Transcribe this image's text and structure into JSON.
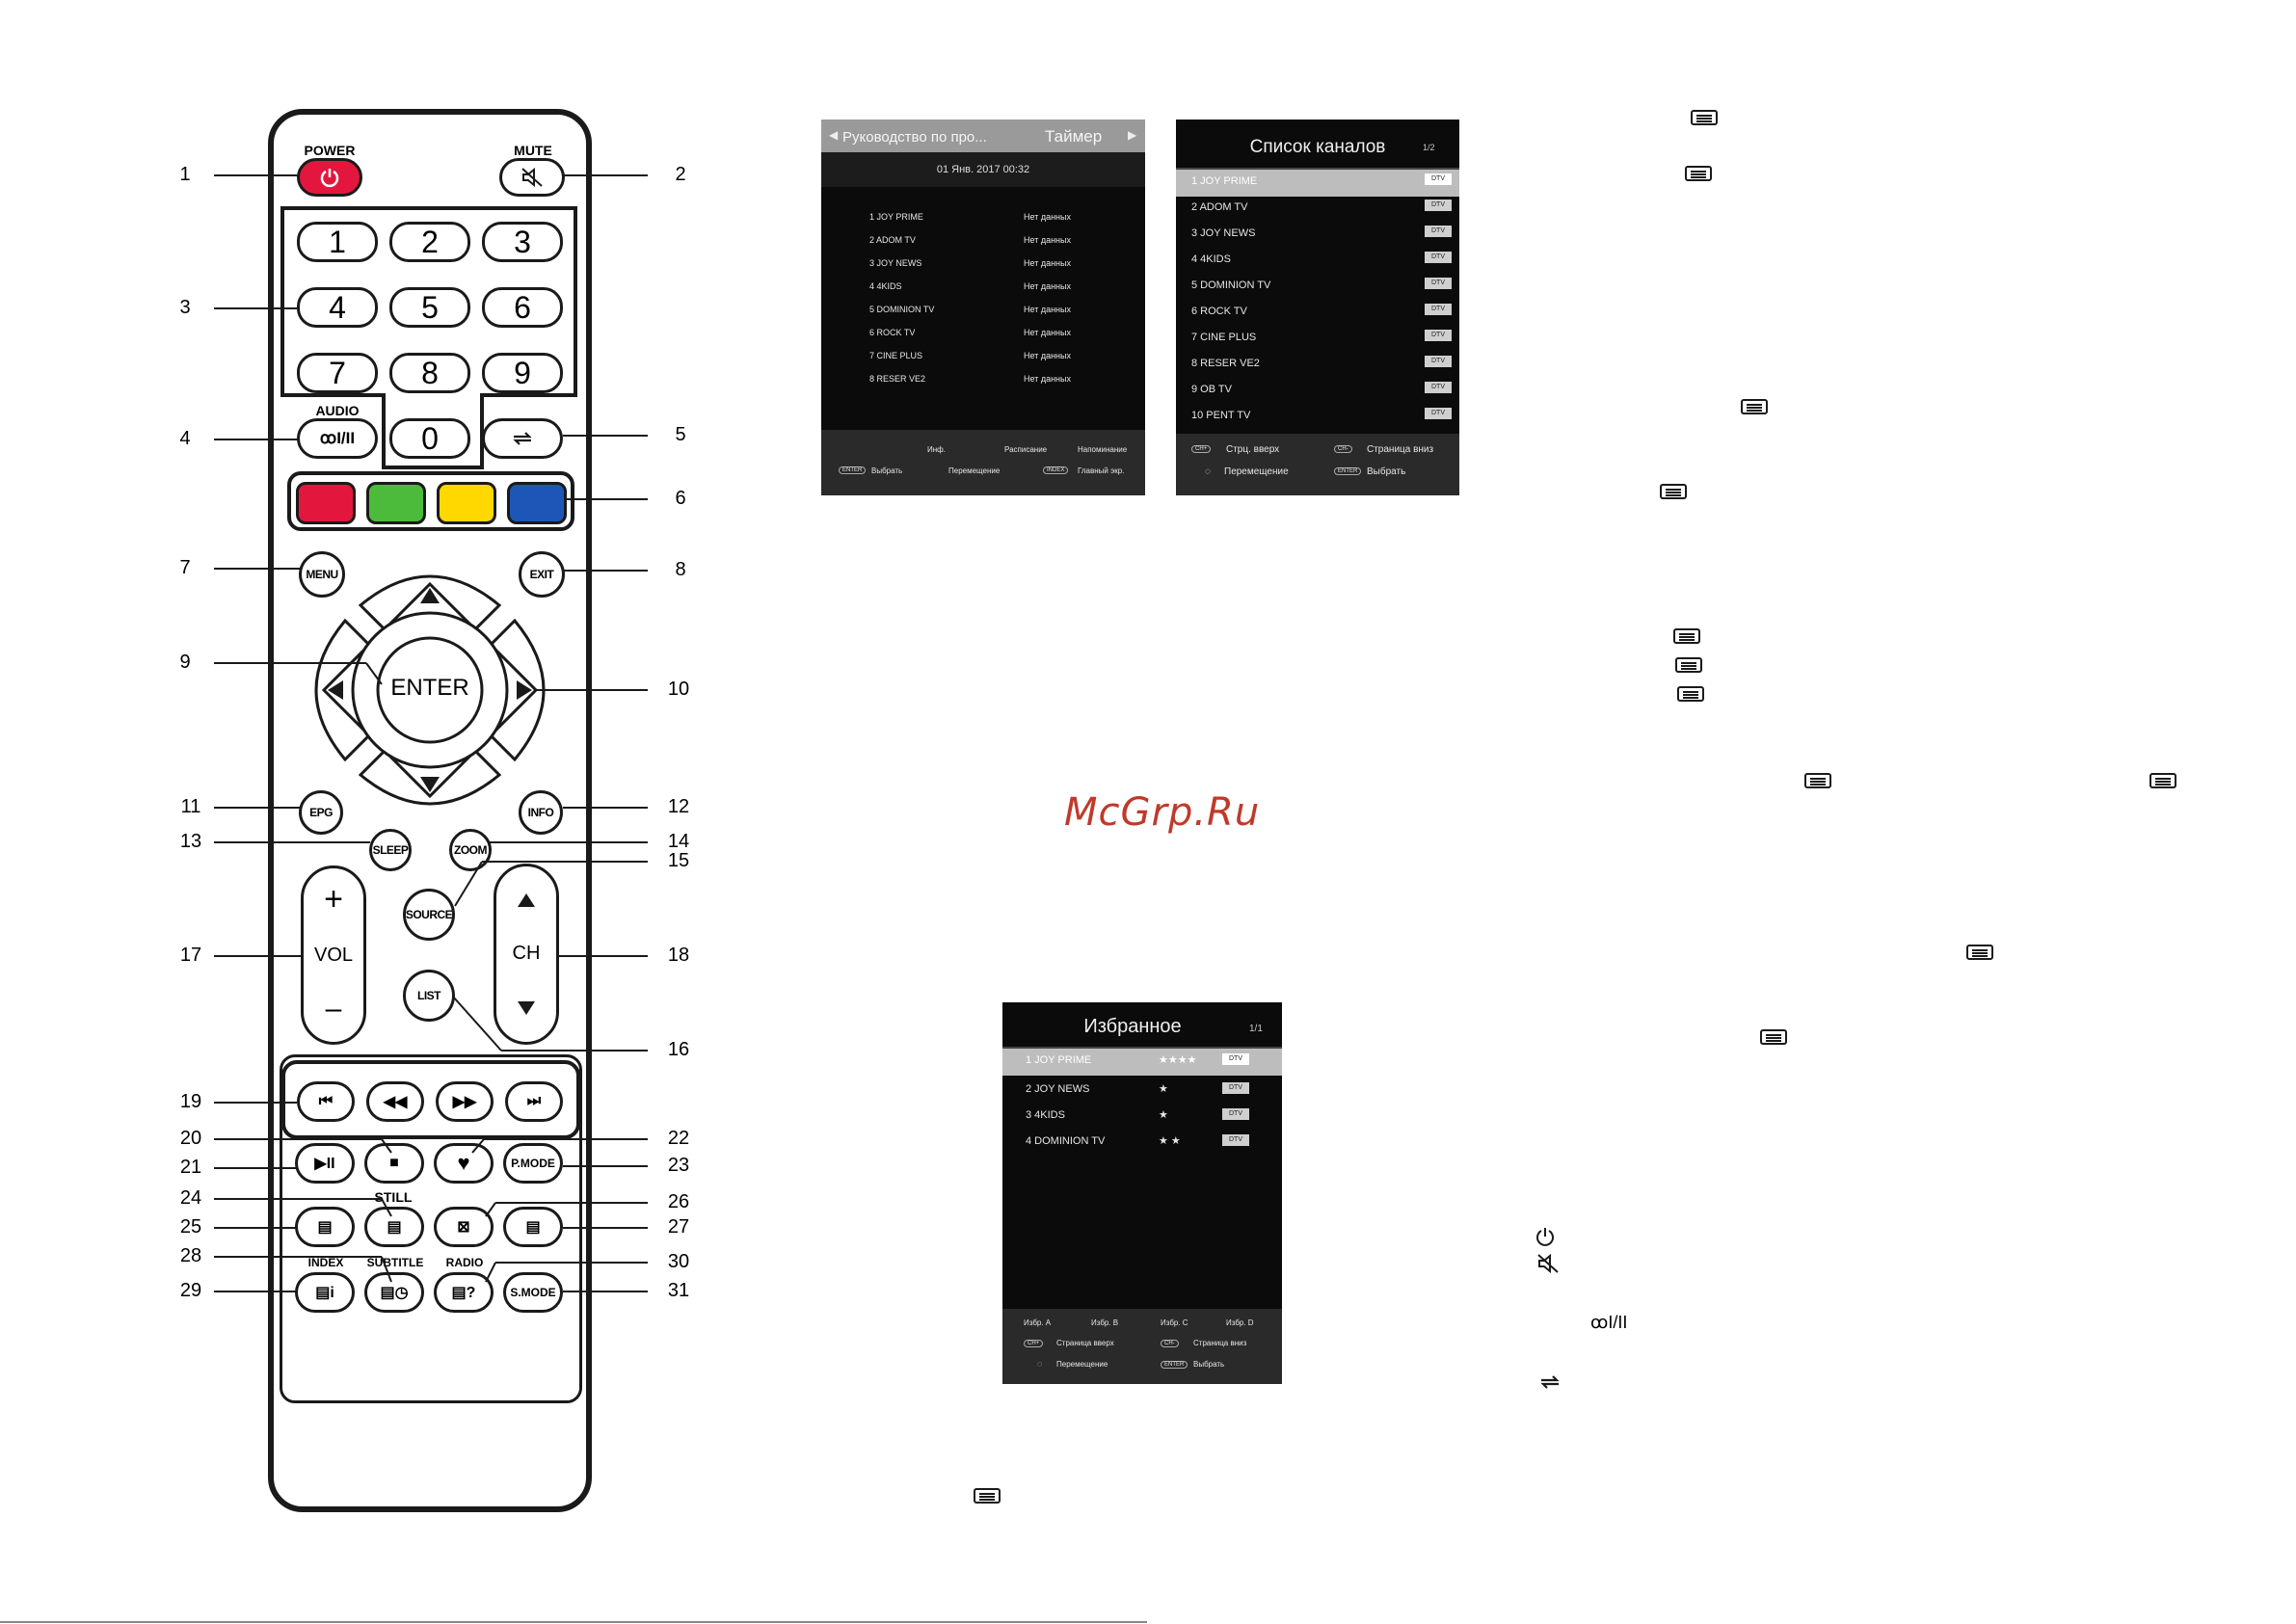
{
  "remote": {
    "labels": {
      "power": "POWER",
      "mute": "MUTE",
      "audio": "AUDIO",
      "audio_glyph": "ꝏI/II",
      "menu": "MENU",
      "exit": "EXIT",
      "enter": "ENTER",
      "epg": "EPG",
      "info": "INFO",
      "sleep": "SLEEP",
      "zoom": "ZOOM",
      "source": "SOURCE",
      "list": "LIST",
      "vol": "VOL",
      "ch": "CH",
      "plus": "+",
      "minus": "–",
      "pmode": "P.MODE",
      "smode": "S.MODE",
      "still": "STILL",
      "index": "INDEX",
      "subtitle": "SUBTITLE",
      "radio": "RADIO"
    },
    "digits": [
      "1",
      "2",
      "3",
      "4",
      "5",
      "6",
      "7",
      "8",
      "9",
      "0"
    ],
    "colors": {
      "red": "#e3173e",
      "green": "#4cbb3c",
      "yellow": "#ffd800",
      "blue": "#1e56b8",
      "power": "#e3173e"
    },
    "callouts": [
      "1",
      "2",
      "3",
      "4",
      "5",
      "6",
      "7",
      "8",
      "9",
      "10",
      "11",
      "12",
      "13",
      "14",
      "15",
      "16",
      "17",
      "18",
      "19",
      "20",
      "21",
      "22",
      "23",
      "24",
      "25",
      "26",
      "27",
      "28",
      "29",
      "30",
      "31"
    ]
  },
  "epg_screen": {
    "header_left": "Руководство по про...",
    "header_right": "Таймер",
    "date": "01 Янв. 2017  00:32",
    "rows": [
      {
        "name": "1 JOY PRIME",
        "status": "Нет данных"
      },
      {
        "name": "2 ADOM TV",
        "status": "Нет данных"
      },
      {
        "name": "3 JOY NEWS",
        "status": "Нет данных"
      },
      {
        "name": "4 4KIDS",
        "status": "Нет данных"
      },
      {
        "name": "5 DOMINION TV",
        "status": "Нет данных"
      },
      {
        "name": "6 ROCK TV",
        "status": "Нет данных"
      },
      {
        "name": "7 CINE PLUS",
        "status": "Нет данных"
      },
      {
        "name": "8 RESER VE2",
        "status": "Нет данных"
      }
    ],
    "footer": {
      "info": "Инф.",
      "schedule": "Расписание",
      "reminder": "Напоминание",
      "select": "Выбрать",
      "move": "Перемещение",
      "main": "Главный экр.",
      "enter_key": "ENTER",
      "index_key": "INDEX"
    }
  },
  "channel_list": {
    "title": "Список каналов",
    "page": "1/2",
    "rows": [
      {
        "name": "1 JOY PRIME",
        "tag": "DTV"
      },
      {
        "name": "2 ADOM TV",
        "tag": "DTV"
      },
      {
        "name": "3 JOY NEWS",
        "tag": "DTV"
      },
      {
        "name": "4 4KIDS",
        "tag": "DTV"
      },
      {
        "name": "5 DOMINION TV",
        "tag": "DTV"
      },
      {
        "name": "6 ROCK TV",
        "tag": "DTV"
      },
      {
        "name": "7 CINE PLUS",
        "tag": "DTV"
      },
      {
        "name": "8 RESER VE2",
        "tag": "DTV"
      },
      {
        "name": "9 OB TV",
        "tag": "DTV"
      },
      {
        "name": "10 PENT TV",
        "tag": "DTV"
      }
    ],
    "footer": {
      "page_up": "Стрц. вверх",
      "page_down": "Страница вниз",
      "move": "Перемещение",
      "select": "Выбрать",
      "ch_up_key": "CH+",
      "ch_down_key": "CH-",
      "enter_key": "ENTER"
    }
  },
  "favorites": {
    "title": "Избранное",
    "page": "1/1",
    "rows": [
      {
        "name": "1 JOY PRIME",
        "stars": "★★★★",
        "tag": "DTV"
      },
      {
        "name": "2 JOY NEWS",
        "stars": "★",
        "tag": "DTV"
      },
      {
        "name": "3 4KIDS",
        "stars": "★",
        "tag": "DTV"
      },
      {
        "name": "4 DOMINION TV",
        "stars": "★  ★",
        "tag": "DTV"
      }
    ],
    "footer": {
      "fav_a": "Избр. A",
      "fav_b": "Избр. B",
      "fav_c": "Избр. C",
      "fav_d": "Избр. D",
      "page_up": "Страница вверх",
      "page_down": "Страница вниз",
      "move": "Перемещение",
      "select": "Выбрать",
      "ch_up_key": "CH+",
      "ch_down_key": "CH-",
      "enter_key": "ENTER"
    }
  },
  "watermark": "McGrp.Ru",
  "inline_icons": {
    "audio_glyph": "ꝏI/II"
  }
}
